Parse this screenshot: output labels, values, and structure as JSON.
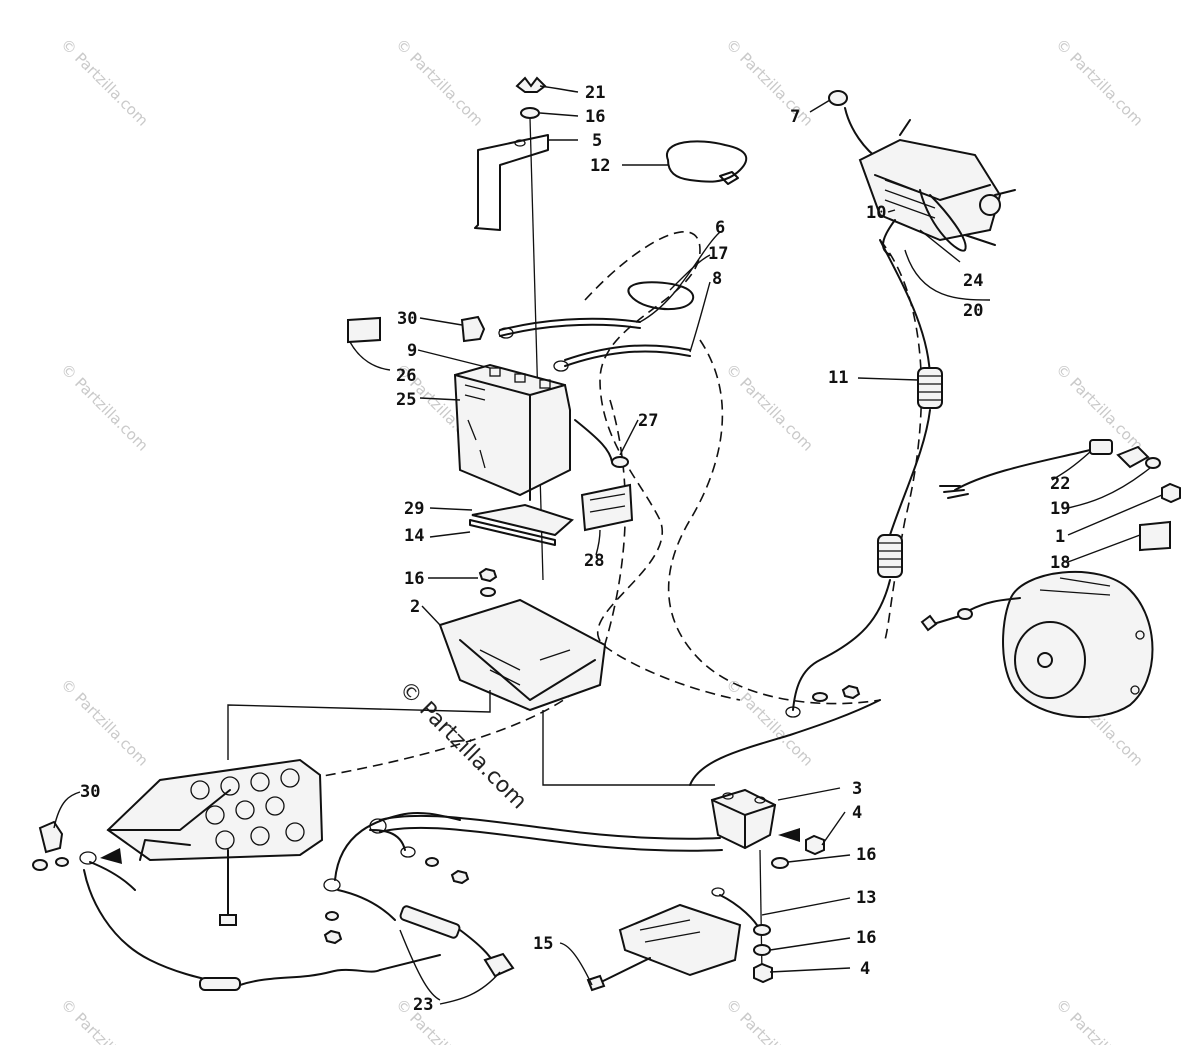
{
  "watermark": {
    "text": "© Partzilla.com",
    "center_text": "© Partzilla.com"
  },
  "callouts": {
    "c1": "1",
    "c2": "2",
    "c3": "3",
    "c4a": "4",
    "c4b": "4",
    "c5": "5",
    "c6": "6",
    "c7": "7",
    "c8": "8",
    "c9": "9",
    "c10": "10",
    "c11": "11",
    "c12": "12",
    "c13": "13",
    "c14": "14",
    "c15": "15",
    "c16a": "16",
    "c16b": "16",
    "c16c": "16",
    "c16d": "16",
    "c17": "17",
    "c18": "18",
    "c19": "19",
    "c20": "20",
    "c21": "21",
    "c22": "22",
    "c23": "23",
    "c24": "24",
    "c25": "25",
    "c26": "26",
    "c27": "27",
    "c28": "28",
    "c29": "29",
    "c30a": "30",
    "c30b": "30"
  },
  "colors": {
    "line": "#111111",
    "watermark": "#c9c9c9",
    "background": "#ffffff"
  }
}
